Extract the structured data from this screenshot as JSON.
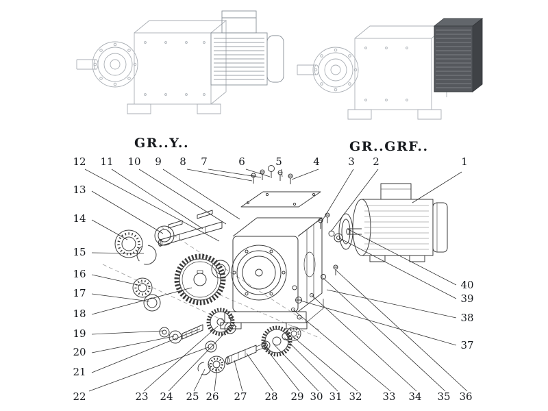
{
  "variant_labels": {
    "left": "GR..Y..",
    "right": "GR..GRF.."
  },
  "callouts": {
    "top": [
      "12",
      "11",
      "10",
      "9",
      "8",
      "7",
      "6",
      "5",
      "4",
      "3",
      "2",
      "1"
    ],
    "left": [
      "13",
      "14",
      "15",
      "16",
      "17",
      "18",
      "19",
      "20",
      "21",
      "22"
    ],
    "bottom": [
      "23",
      "24",
      "25",
      "26",
      "27",
      "28",
      "29",
      "30",
      "31",
      "32",
      "33",
      "34",
      "35",
      "36"
    ],
    "right": [
      "40",
      "39",
      "38",
      "37"
    ]
  }
}
